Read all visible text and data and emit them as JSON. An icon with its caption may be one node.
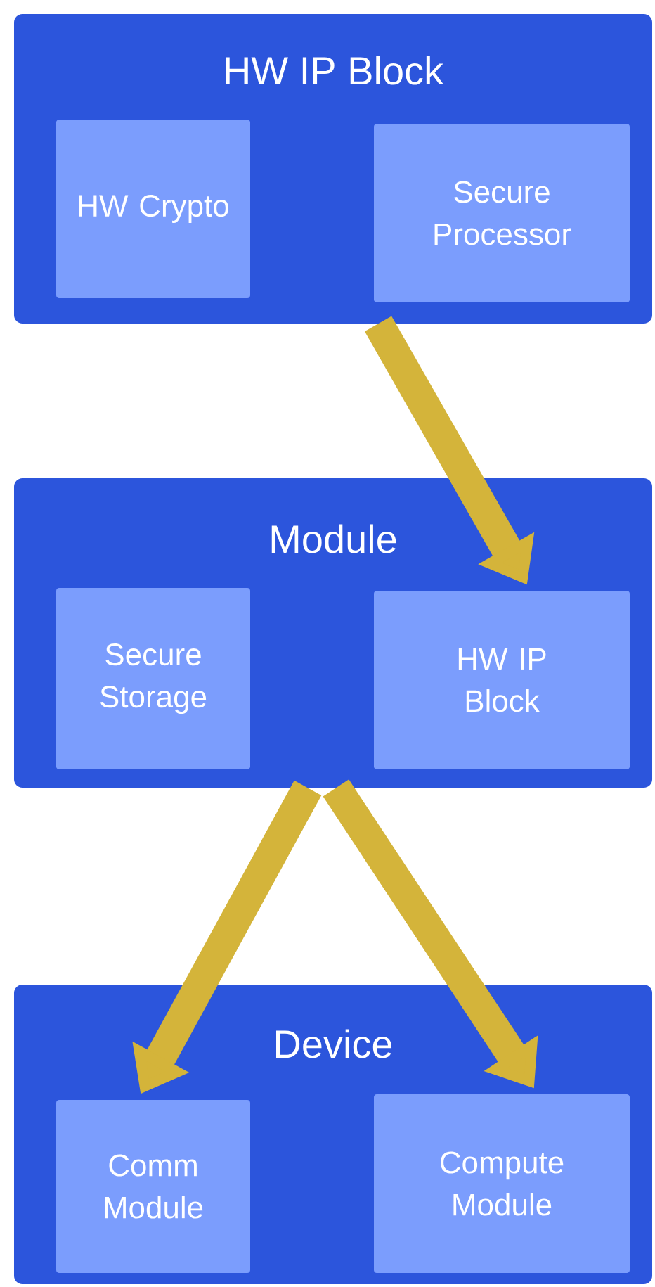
{
  "diagram": {
    "nodes": [
      {
        "text": [
          "HW IP Block"
        ]
      },
      {
        "text": [
          "HW Crypto"
        ],
        "in": 0
      },
      {
        "text": [
          "Secure Processor"
        ],
        "in": 0
      },
      {
        "text": [
          "Module"
        ]
      },
      {
        "text": [
          "Secure Storage"
        ],
        "in": 3
      },
      {
        "text": [
          "HW IP Block"
        ],
        "in": 3
      },
      {
        "text": [
          "Device"
        ]
      },
      {
        "text": [
          "Comm Module"
        ],
        "in": 6
      },
      {
        "text": [
          "Compute Module"
        ],
        "in": 6
      }
    ],
    "edges": [
      {
        "from": 0,
        "to": 5,
        "arrow": "to"
      },
      {
        "from": 3,
        "to": 7,
        "arrow": "to"
      },
      {
        "from": 3,
        "to": 8,
        "arrow": "to"
      }
    ]
  }
}
